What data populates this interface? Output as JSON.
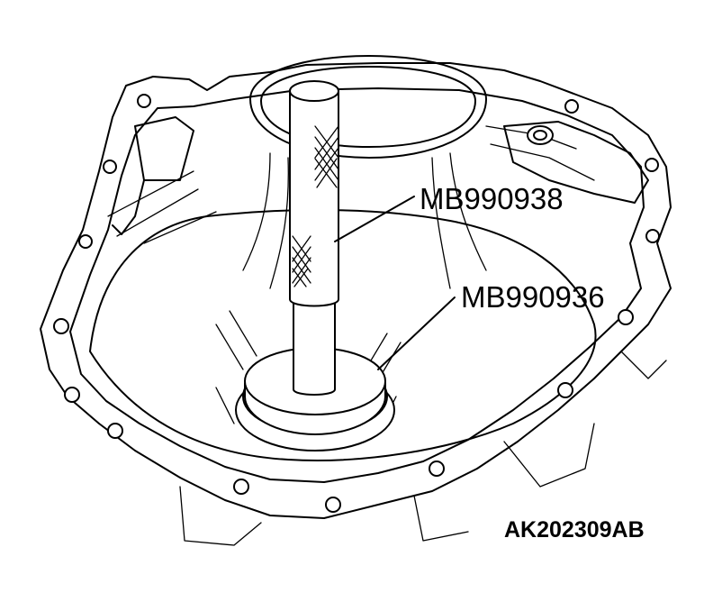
{
  "callouts": {
    "tool_1": "MB990938",
    "tool_2": "MB990936"
  },
  "figure_id": "AK202309AB"
}
